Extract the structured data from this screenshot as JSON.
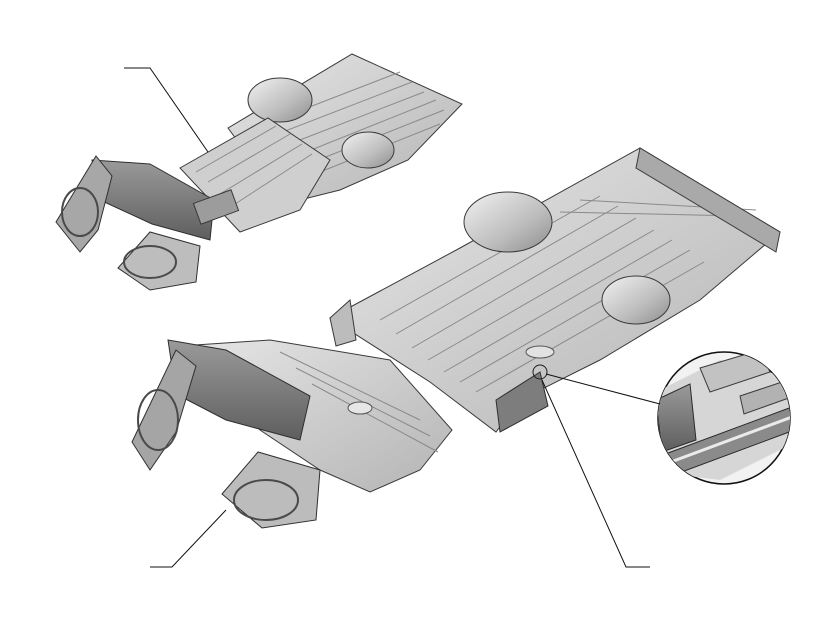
{
  "figure": {
    "components": [
      {
        "id": "full-underbody-assembly",
        "icon": "car-underbody-full"
      },
      {
        "id": "front-structure-assembly",
        "icon": "car-front-structure"
      },
      {
        "id": "rear-floor-assembly",
        "icon": "car-rear-floor"
      }
    ],
    "detail_inset": {
      "icon": "magnified-rail-section"
    },
    "leader_lines": [
      {
        "target": "full-underbody-assembly"
      },
      {
        "target": "front-structure-assembly"
      },
      {
        "target": "rear-floor-assembly"
      }
    ],
    "colors": {
      "metal_light": "#d8d8d8",
      "metal_mid": "#b9b9b9",
      "metal_dark": "#8a8a8a",
      "outline": "#3a3a3a",
      "leader": "#111111"
    }
  }
}
